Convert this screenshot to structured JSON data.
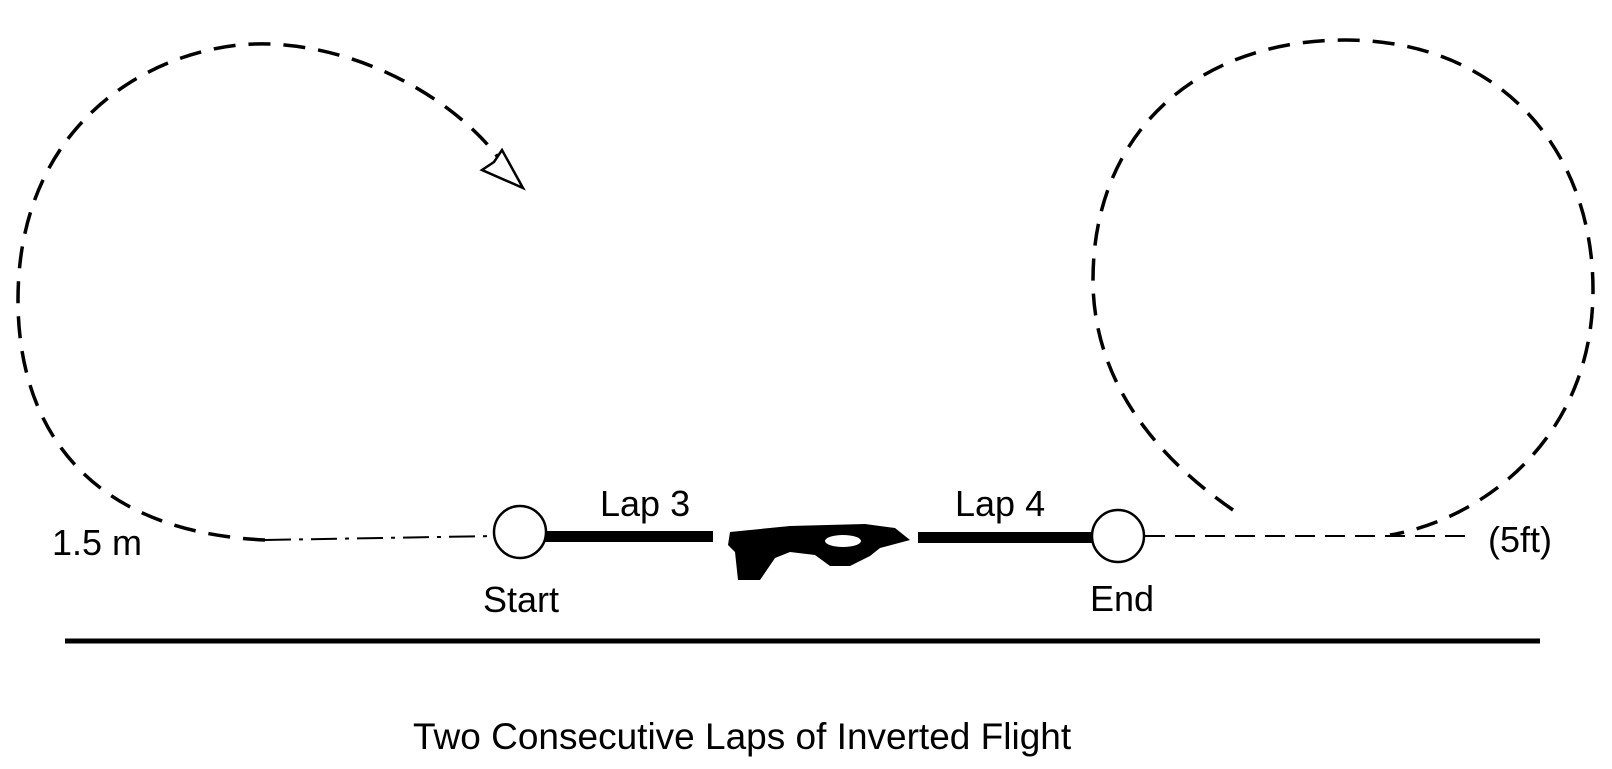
{
  "caption": "Two Consecutive Laps of Inverted Flight",
  "height_metric": "1.5 m",
  "height_imperial": "(5ft)",
  "lap_left": "Lap 3",
  "lap_right": "Lap 4",
  "point_start": "Start",
  "point_end": "End",
  "colors": {
    "ink": "#000000",
    "paper": "#ffffff"
  }
}
